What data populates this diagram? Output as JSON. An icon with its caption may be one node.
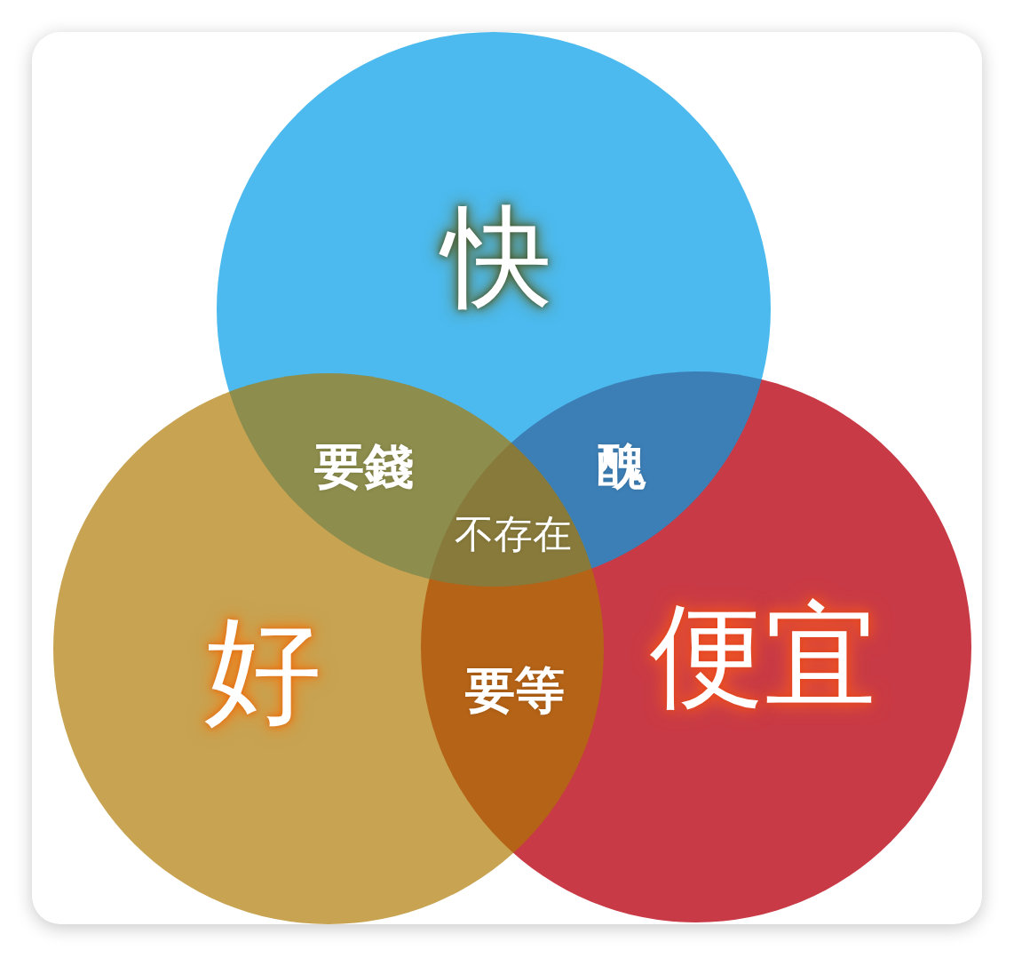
{
  "diagram": {
    "nodes": [
      {
        "text": [
          "快"
        ]
      },
      {
        "text": [
          "好"
        ]
      },
      {
        "text": [
          "便宜"
        ]
      }
    ],
    "labels": [
      "要錢",
      "醜",
      "不存在",
      "要等"
    ]
  }
}
